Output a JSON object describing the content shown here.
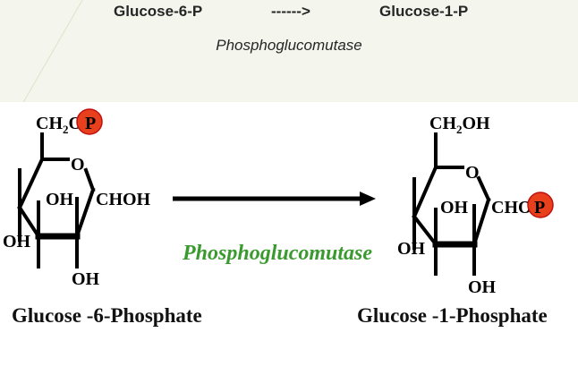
{
  "header": {
    "substrate": "Glucose-6-P",
    "arrow": "------>",
    "product": "Glucose-1-P",
    "enzyme": "Phosphoglucomutase"
  },
  "left_molecule": {
    "top_group": "CH",
    "top_sub": "2",
    "top_o": "O",
    "phosphate": "P",
    "ring_oxygen": "O",
    "oh_inner": "OH",
    "choh": "CHOH",
    "oh_left": "OH",
    "oh_bottom": "OH",
    "name": "Glucose -6-Phosphate"
  },
  "right_molecule": {
    "top_group": "CH",
    "top_sub": "2",
    "top_oh": "OH",
    "ring_oxygen": "O",
    "oh_inner": "OH",
    "cho": "CHO",
    "phosphate": "P",
    "oh_left": "OH",
    "oh_bottom": "OH",
    "name": "Glucose -1-Phosphate"
  },
  "reaction_enzyme": "Phosphoglucomutase",
  "colors": {
    "phosphate_fill": "#e8401c",
    "enzyme_text": "#3a9a2f",
    "band": "#f4f5ec"
  }
}
